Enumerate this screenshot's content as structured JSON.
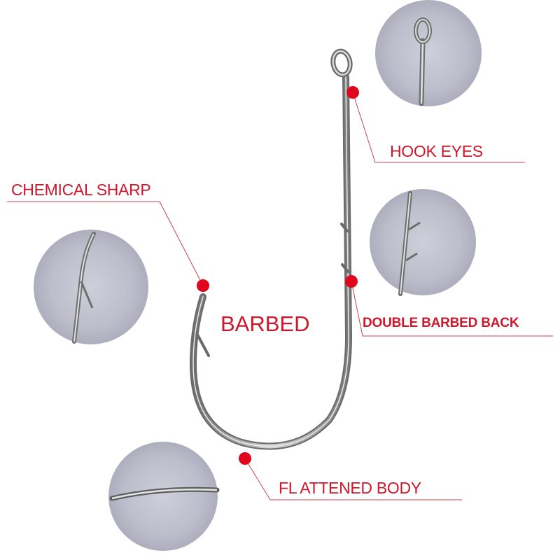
{
  "labels": {
    "hook_eyes": "HOOK EYES",
    "chemical_sharp": "CHEMICAL SHARP",
    "barbed": "BARBED",
    "double_barbed_back": "DOUBLE BARBED BACK",
    "flattened_body": "FL ATTENED BODY"
  },
  "colors": {
    "accent": "#d0162a",
    "leader_line": "#c84450",
    "marker_dot": "#e0061b",
    "circle_fill": "#b9b9c7",
    "hook_metal": "#9a9a9a"
  }
}
